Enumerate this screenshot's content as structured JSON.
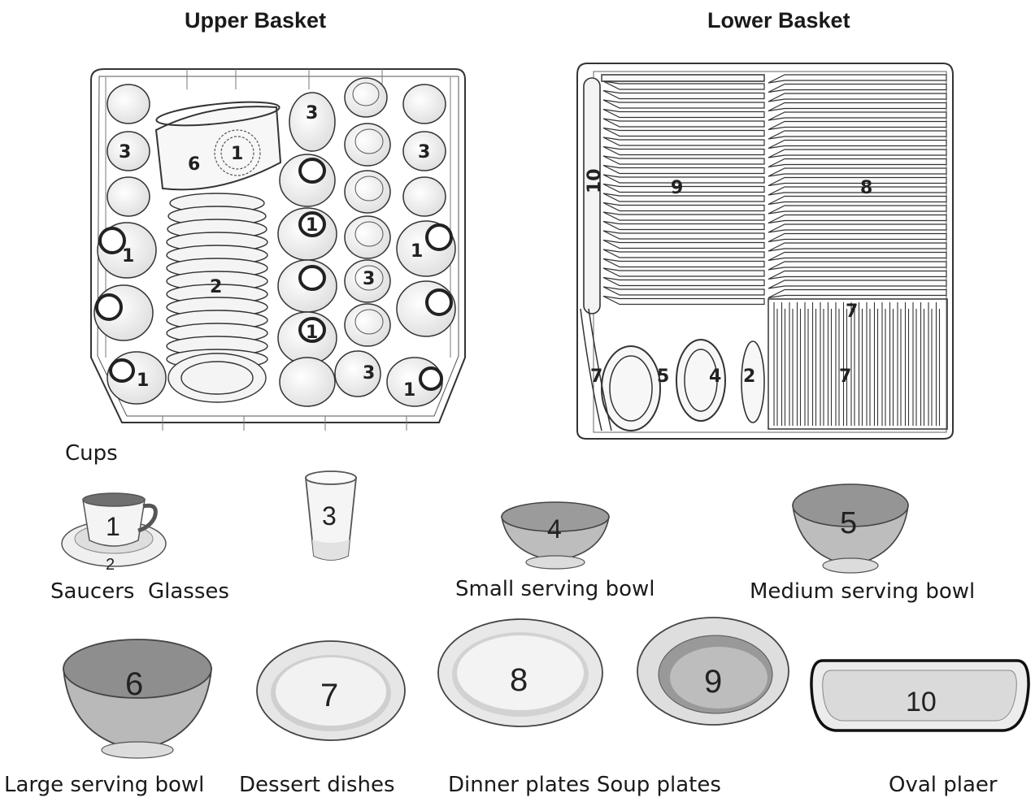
{
  "titles": {
    "upper": "Upper Basket",
    "lower": "Lower Basket"
  },
  "upper_basket_markers": [
    "1",
    "1",
    "1",
    "1",
    "1",
    "1",
    "1",
    "2",
    "3",
    "3",
    "3",
    "3",
    "3",
    "6"
  ],
  "lower_basket_markers": [
    "10",
    "9",
    "8",
    "7",
    "7",
    "7",
    "5",
    "4",
    "2"
  ],
  "legend": {
    "cups": "Cups",
    "saucers_glasses": "Saucers  Glasses",
    "small_bowl": "Small serving bowl",
    "medium_bowl": "Medium serving bowl",
    "large_bowl": "Large serving bowl",
    "dessert": "Dessert dishes",
    "dinner_soup": "Dinner plates Soup plates",
    "oval": "Oval plaer"
  },
  "item_numbers": {
    "cup": "1",
    "saucer": "2",
    "glass": "3",
    "small_bowl": "4",
    "medium_bowl": "5",
    "large_bowl": "6",
    "dessert": "7",
    "dinner": "8",
    "soup": "9",
    "oval": "10"
  },
  "colors": {
    "line": "#333333",
    "fill_light": "#f2f2f2",
    "fill_mid": "#b8b8b8",
    "fill_dark": "#7a7a7a"
  }
}
